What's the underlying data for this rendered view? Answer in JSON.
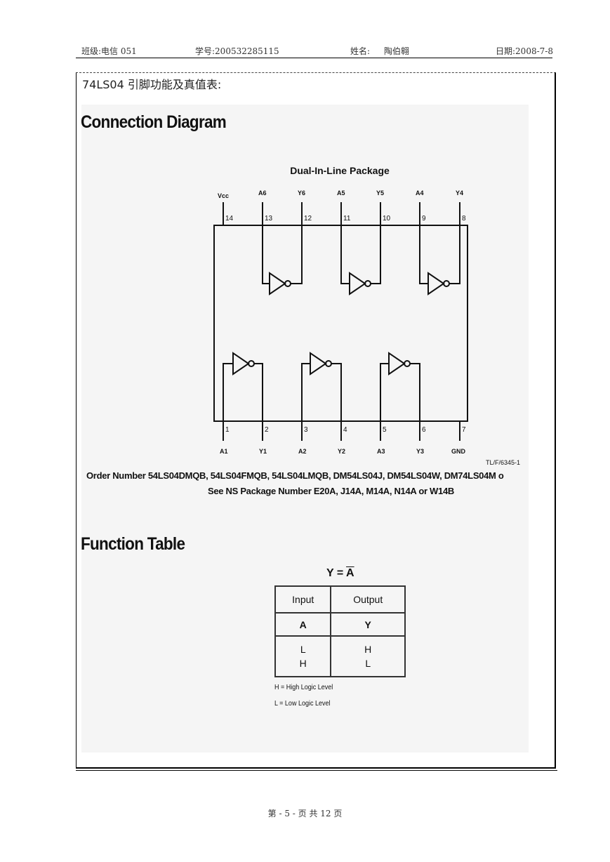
{
  "header": {
    "class_label": "班级:电信 051",
    "student_id": "学号:200532285115",
    "name_label": "姓名:",
    "name_value": "陶伯翱",
    "date": "日期:2008-7-8"
  },
  "section_title": "74LS04 引脚功能及真值表:",
  "diagram": {
    "heading": "Connection Diagram",
    "package": "Dual-In-Line Package",
    "top_pins": [
      {
        "num": "14",
        "label": "Vcc"
      },
      {
        "num": "13",
        "label": "A6"
      },
      {
        "num": "12",
        "label": "Y6"
      },
      {
        "num": "11",
        "label": "A5"
      },
      {
        "num": "10",
        "label": "Y5"
      },
      {
        "num": "9",
        "label": "A4"
      },
      {
        "num": "8",
        "label": "Y4"
      }
    ],
    "bottom_pins": [
      {
        "num": "1",
        "label": "A1"
      },
      {
        "num": "2",
        "label": "Y1"
      },
      {
        "num": "3",
        "label": "A2"
      },
      {
        "num": "4",
        "label": "Y2"
      },
      {
        "num": "5",
        "label": "A3"
      },
      {
        "num": "6",
        "label": "Y3"
      },
      {
        "num": "7",
        "label": "GND"
      }
    ],
    "ref_code": "TL/F/6345-1",
    "order_line1": "Order Number 54LS04DMQB, 54LS04FMQB, 54LS04LMQB, DM54LS04J, DM54LS04W, DM74LS04M o",
    "order_line2": "See NS Package Number E20A, J14A, M14A, N14A or W14B"
  },
  "function_table": {
    "heading": "Function Table",
    "equation_left": "Y = ",
    "equation_bar": "A",
    "col_input": "Input",
    "col_output": "Output",
    "sub_input": "A",
    "sub_output": "Y",
    "input_values": [
      "L",
      "H"
    ],
    "output_values": [
      "H",
      "L"
    ],
    "legend_h": "H = High Logic Level",
    "legend_l": "L = Low Logic Level"
  },
  "footer": "第 - 5 - 页 共 12 页"
}
